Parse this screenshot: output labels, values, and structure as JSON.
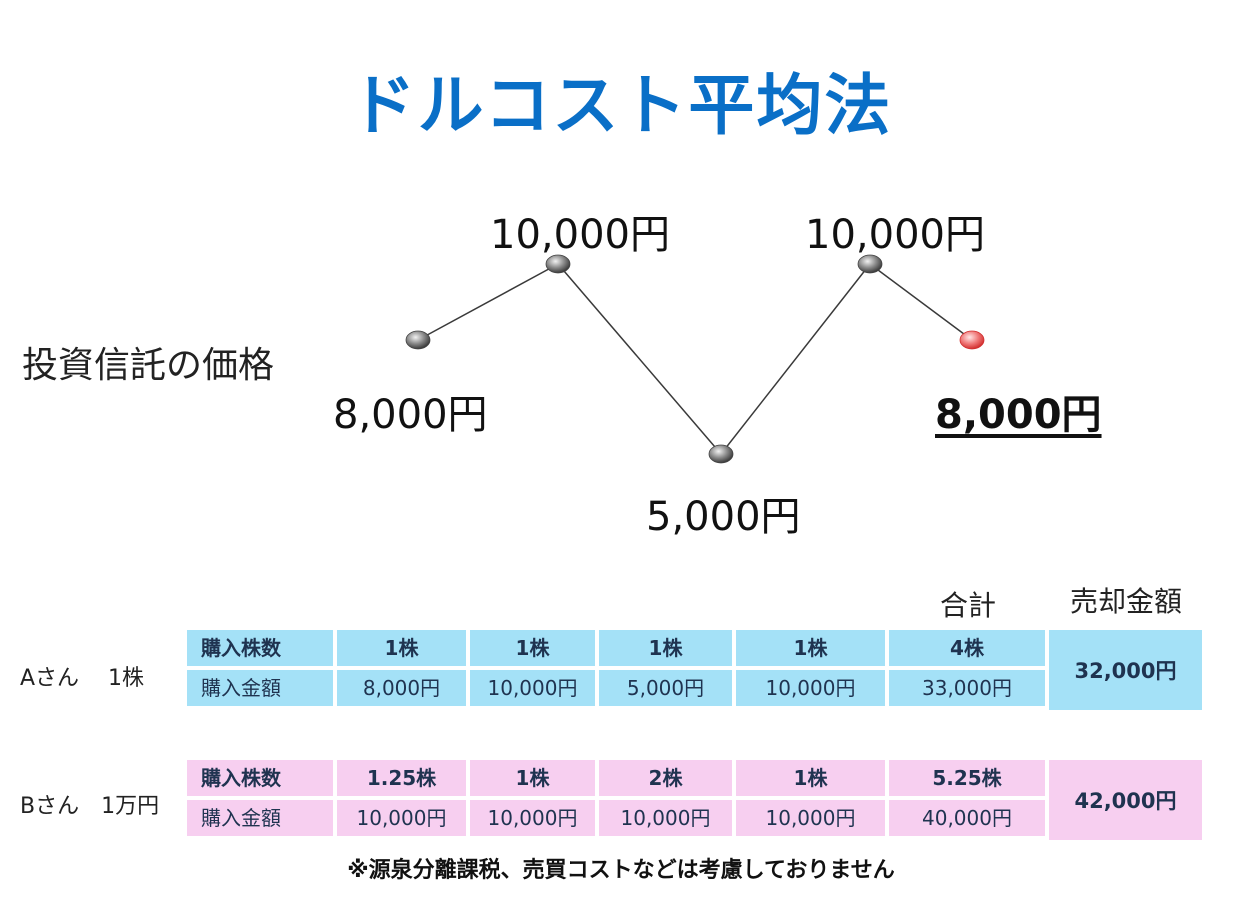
{
  "title": "ドルコスト平均法",
  "chart_data": {
    "type": "line",
    "ylabel": "投資信託の価格",
    "x": [
      1,
      2,
      3,
      4,
      5
    ],
    "values": [
      8000,
      10000,
      5000,
      10000,
      8000
    ],
    "point_labels": [
      "8,000円",
      "10,000円",
      "5,000円",
      "10,000円",
      "8,000円"
    ],
    "last_point_color": "#e53935",
    "point_color": "#777777"
  },
  "table": {
    "col_total": "合計",
    "col_sale": "売却金額",
    "rows": [
      {
        "person": "Aさん　 1株",
        "shares_label": "購入株数",
        "shares": [
          "1株",
          "1株",
          "1株",
          "1株",
          "4株"
        ],
        "amount_label": "購入金額",
        "amounts": [
          "8,000円",
          "10,000円",
          "5,000円",
          "10,000円",
          "33,000円"
        ],
        "sale": "32,000円"
      },
      {
        "person": "Bさん　1万円",
        "shares_label": "購入株数",
        "shares": [
          "1.25株",
          "1株",
          "2株",
          "1株",
          "5.25株"
        ],
        "amount_label": "購入金額",
        "amounts": [
          "10,000円",
          "10,000円",
          "10,000円",
          "10,000円",
          "40,000円"
        ],
        "sale": "42,000円"
      }
    ]
  },
  "note": "※源泉分離課税、売買コストなどは考慮しておりません",
  "colors": {
    "title": "#0a6fc7",
    "row_a": "#a4e1f7",
    "row_b": "#f7cff0"
  }
}
